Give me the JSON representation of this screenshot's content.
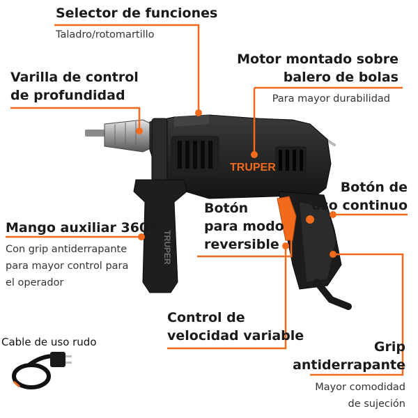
{
  "accent": "#f26b1d",
  "brand": "TRUPER",
  "callouts": {
    "selector": {
      "title": "Selector de funciones",
      "sub": "Taladro/rotomartillo"
    },
    "motor": {
      "title_1": "Motor montado sobre",
      "title_2": "balero de bolas",
      "sub": "Para mayor durabilidad"
    },
    "varilla": {
      "title_1": "Varilla de control",
      "title_2": "de profundidad"
    },
    "continuo": {
      "title_1": "Botón de",
      "title_2": "uso continuo"
    },
    "reversible": {
      "title_1": "Botón",
      "title_2": "para modo",
      "title_3": "reversible"
    },
    "mango": {
      "title": "Mango auxiliar 360º",
      "sub_1": "Con grip antiderrapante",
      "sub_2": "para mayor control para",
      "sub_3": "el operador"
    },
    "cable": {
      "title": "Cable de uso rudo"
    },
    "velocidad": {
      "title_1": "Control de",
      "title_2": "velocidad variable"
    },
    "grip": {
      "title_1": "Grip",
      "title_2": "antiderrapante",
      "sub_1": "Mayor comodidad",
      "sub_2": "de sujeción"
    }
  }
}
